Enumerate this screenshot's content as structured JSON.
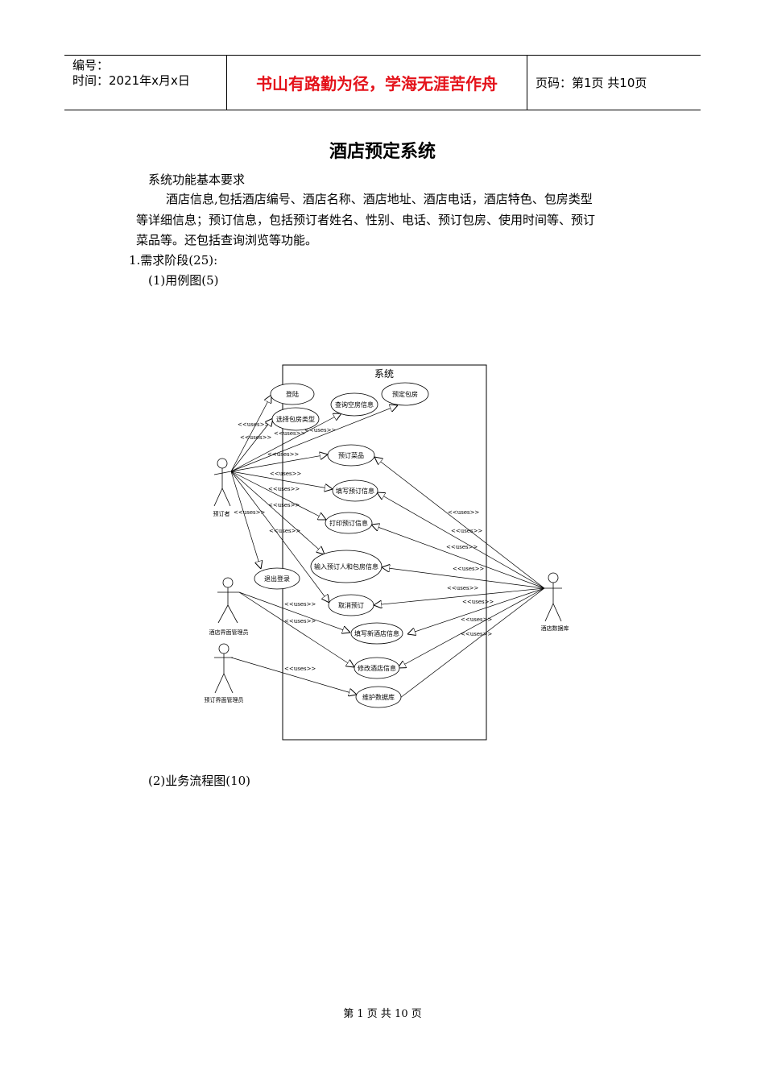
{
  "header": {
    "number_label": "编号：",
    "time_label": "时间：2021年x月x日",
    "motto": "书山有路勤为径，学海无涯苦作舟",
    "page_info": "页码：第1页  共10页"
  },
  "doc": {
    "title": "酒店预定系统",
    "subtitle": "系统功能基本要求",
    "para_line1": "酒店信息,包括酒店编号、酒店名称、酒店地址、酒店电话，酒店特色、包房类型",
    "para_line2": "等详细信息；预订信息，包括预订者姓名、性别、电话、预订包房、使用时间等、预订",
    "para_line3": "菜品等。还包括查询浏览等功能。",
    "section1": "1.需求阶段(25):",
    "sub1": "(1)用例图(5)",
    "sub2": "(2)业务流程图(10)"
  },
  "diagram": {
    "system_label": "系统",
    "uses_label": "<<uses>>",
    "actors": {
      "booker": "预订者",
      "hotel_ui_admin": "酒店界面管理员",
      "booking_ui_admin": "预订界面管理员",
      "hotel_db": "酒店数据库"
    },
    "usecases": {
      "login": "登陆",
      "query_rooms": "查询空房信息",
      "book_room": "预定包房",
      "select_room_type": "选择包房类型",
      "book_dishes": "预订菜品",
      "fill_booking": "填写预订信息",
      "print_booking": "打印预订信息",
      "input_booker_room": "输入预订人和包房信息",
      "logout": "退出登录",
      "cancel_booking": "取消预订",
      "fill_new_hotel": "填写新酒店信息",
      "modify_hotel": "修改酒店信息",
      "maintain_db": "维护数据库"
    }
  },
  "footer": {
    "text": "第 1 页 共 10 页"
  }
}
